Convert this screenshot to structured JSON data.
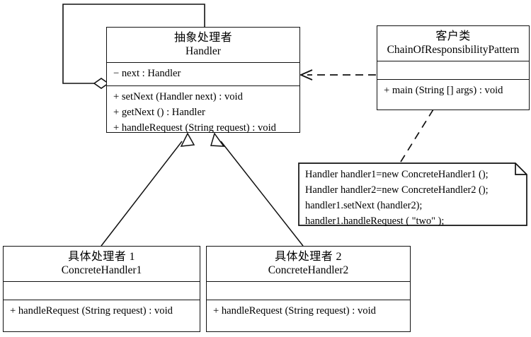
{
  "diagram": {
    "title": "Chain of Responsibility Pattern UML Class Diagram",
    "type": "uml-class-diagram",
    "stroke_color": "#111111",
    "background_color": "#ffffff"
  },
  "classes": {
    "handler": {
      "name_cn": "抽象处理者",
      "name_en": "Handler",
      "attributes": [
        "− next : Handler"
      ],
      "operations": [
        "+ setNext (Handler next) : void",
        "+ getNext () : Handler",
        "+ handleRequest (String request) : void"
      ]
    },
    "client": {
      "name_cn": "客户类",
      "name_en": "ChainOfResponsibilityPattern",
      "attributes": [],
      "operations": [
        "+ main (String [] args) : void"
      ]
    },
    "concrete_handler_1": {
      "name_cn": "具体处理者 1",
      "name_en": "ConcreteHandler1",
      "attributes": [],
      "operations": [
        "+ handleRequest (String request) : void"
      ]
    },
    "concrete_handler_2": {
      "name_cn": "具体处理者 2",
      "name_en": "ConcreteHandler2",
      "attributes": [],
      "operations": [
        "+ handleRequest (String request) : void"
      ]
    }
  },
  "note": {
    "lines": [
      "Handler handler1=new ConcreteHandler1 ();",
      "Handler handler2=new ConcreteHandler2 ();",
      "handler1.setNext (handler2);",
      "handler1.handleRequest (  \"two\"  );"
    ]
  },
  "relationships": [
    {
      "kind": "aggregation",
      "from": "handler",
      "to": "handler",
      "label": ""
    },
    {
      "kind": "dependency",
      "from": "client",
      "to": "handler",
      "label": ""
    },
    {
      "kind": "generalization",
      "from": "concrete_handler_1",
      "to": "handler",
      "label": ""
    },
    {
      "kind": "generalization",
      "from": "concrete_handler_2",
      "to": "handler",
      "label": ""
    },
    {
      "kind": "note-anchor",
      "from": "note",
      "to": "client",
      "label": ""
    }
  ]
}
